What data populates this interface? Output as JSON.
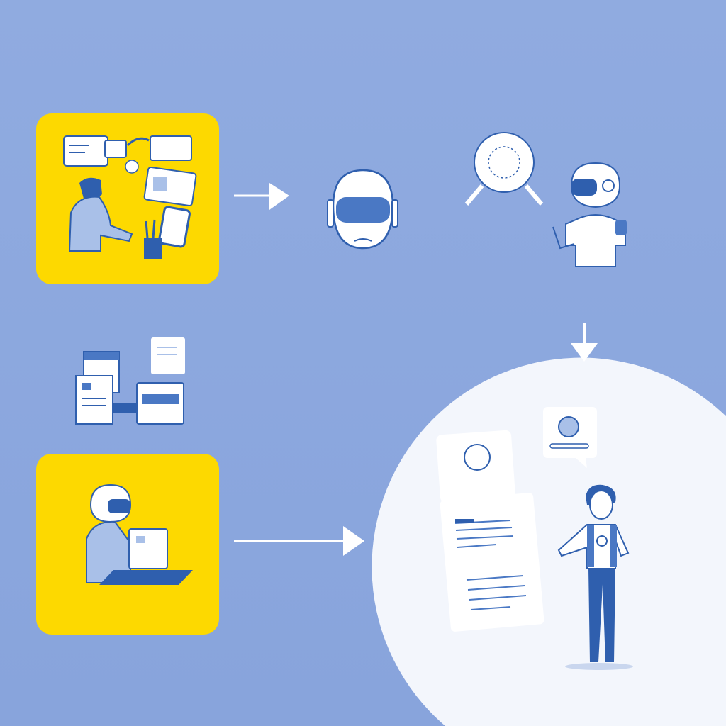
{
  "colors": {
    "background": "#8ea8de",
    "panel_yellow": "#fdd900",
    "line_blue": "#2f5fae",
    "fill_blue": "#4a78c4",
    "light_blue": "#a9c0e8",
    "white": "#ffffff",
    "circle_white": "#f3f6fc"
  },
  "nodes": [
    {
      "id": "person-with-devices",
      "icon": "person-multitasking-icon"
    },
    {
      "id": "robot-head",
      "icon": "robot-head-icon"
    },
    {
      "id": "robot-with-magnifier",
      "icon": "robot-analysis-icon"
    },
    {
      "id": "documents-and-printer",
      "icon": "documents-icon"
    },
    {
      "id": "robot-at-desk",
      "icon": "robot-working-icon"
    },
    {
      "id": "person-presenting-report",
      "icon": "person-presenting-icon"
    }
  ],
  "arrows": [
    "right",
    "down",
    "right"
  ]
}
